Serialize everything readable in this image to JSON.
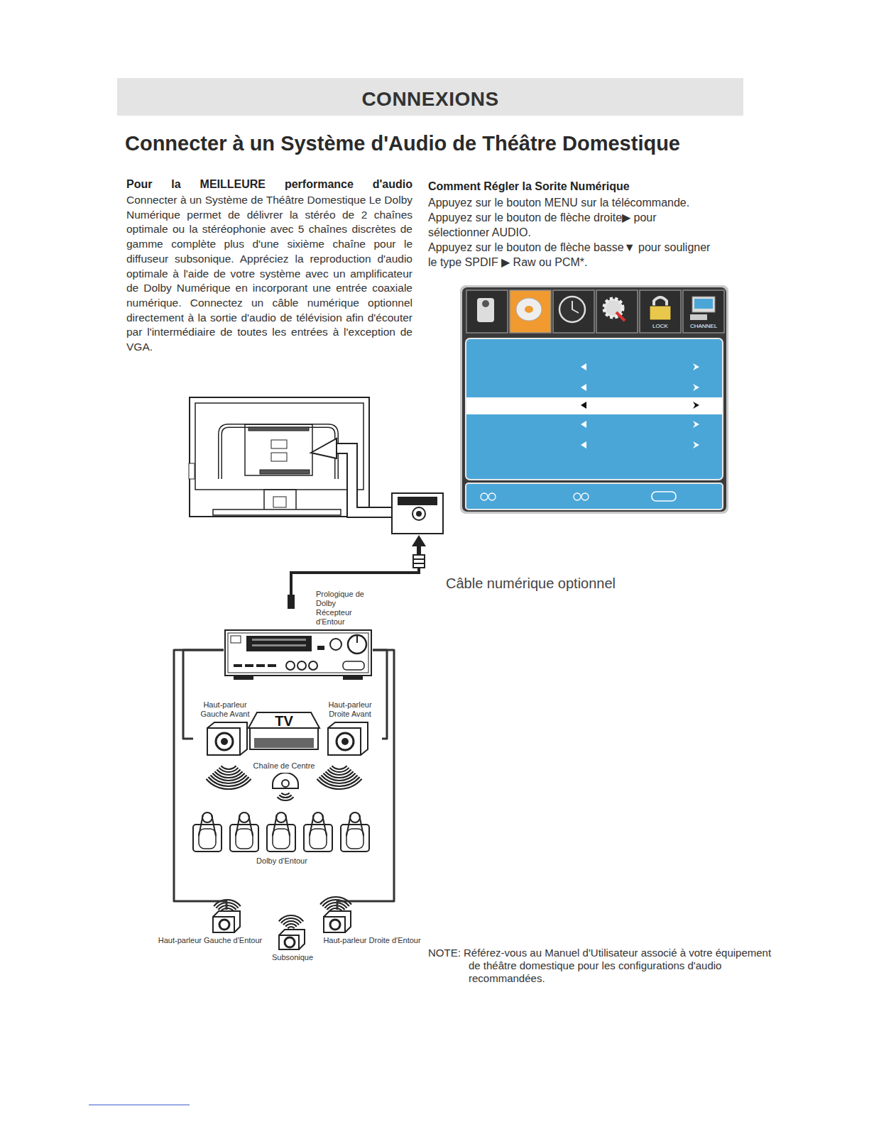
{
  "diagram": {
    "title": "CONNEXIONS",
    "nodes": [
      {
        "text": [
          "Prologique de Dolby Récepteur d'Entour"
        ]
      },
      {
        "text": [
          "Haut-parleur Gauche Avant"
        ]
      },
      {
        "text": [
          "TV"
        ]
      },
      {
        "text": [
          "Haut-parleur Droite Avant"
        ]
      },
      {
        "text": [
          "Chaîne de Centre"
        ]
      },
      {
        "text": [
          "Dolby d'Entour"
        ]
      },
      {
        "text": [
          "Haut-parleur Gauche d'Entour"
        ]
      },
      {
        "text": [
          "Subsonique"
        ]
      },
      {
        "text": [
          "Haut-parleur Droite d'Entour"
        ]
      }
    ],
    "edges": [
      {
        "from": 0,
        "to": 1,
        "arrow": "none"
      },
      {
        "from": 0,
        "to": 3,
        "arrow": "none"
      },
      {
        "from": 0,
        "to": 6,
        "arrow": "none"
      },
      {
        "from": 0,
        "to": 8,
        "arrow": "none"
      }
    ],
    "labels": [
      "Connecter à un Système d'Audio de Théâtre Domestique",
      "Pour la MEILLEURE performance d'audio",
      "Connecter à un Système de Théâtre Domestique Le Dolby Numérique permet de délivrer la stéréo de 2 chaînes optimale ou la stéréophonie avec 5 chaînes discrètes de gamme complète plus d'une sixième chaîne pour le diffuseur subsonique. Appréciez la reproduction d'audio optimale à l'aide de votre système avec un amplificateur de Dolby Numérique en incorporant une entrée coaxiale numérique. Connectez un câble numérique optionnel directement à la sortie d'audio de télévision afin d'écouter par l'intermédiaire de toutes les entrées à l'exception de VGA.",
      "Comment Régler la Sorite Numérique",
      "Appuyez sur le bouton MENU sur la télécommande.",
      "Appuyez sur le bouton de flèche droite▶ pour sélectionner AUDIO.",
      "Appuyez sur le bouton de flèche basse▼ pour souligner le type SPDIF ▶ Raw ou PCM*.",
      "LOCK",
      "CHANNEL",
      "Câble numérique optionnel",
      "NOTE: Référez-vous au Manuel d'Utilisateur associé à votre équipement de théâtre domestique pour les configurations d'audio recommandées."
    ]
  }
}
